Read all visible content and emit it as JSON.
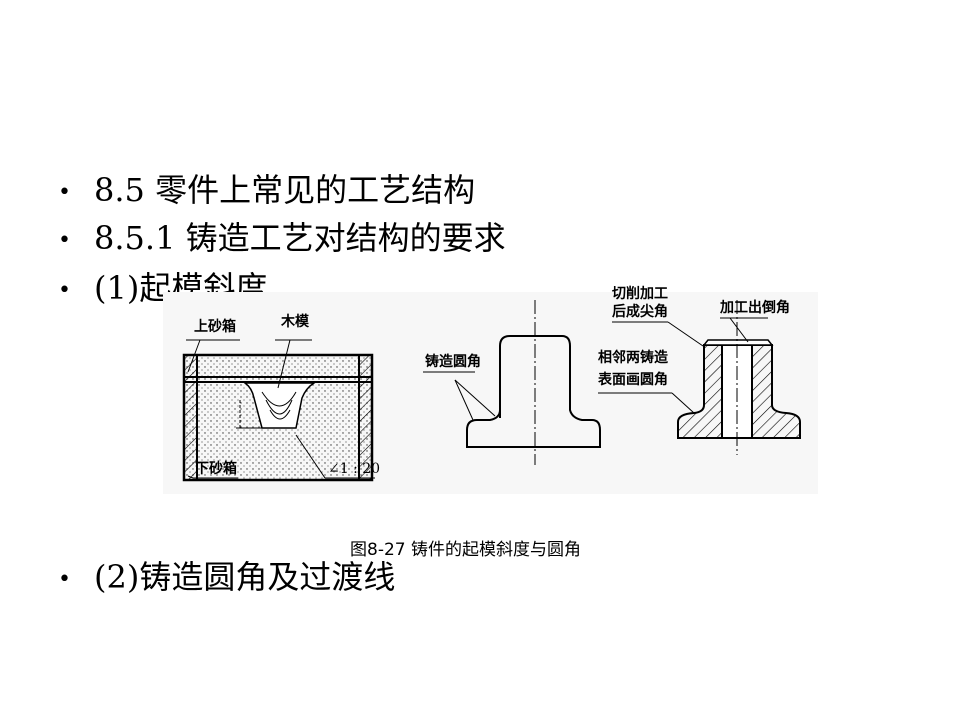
{
  "bullets": [
    {
      "marker": "•",
      "text": "8.5  零件上常见的工艺结构"
    },
    {
      "marker": "•",
      "text": "8.5.1  铸造工艺对结构的要求"
    },
    {
      "marker": "•",
      "text": "(1)起模斜度"
    },
    {
      "marker": "•",
      "text": "(2)铸造圆角及过渡线"
    }
  ],
  "figure": {
    "labels": {
      "upper_flask": "上砂箱",
      "wood_pattern": "木模",
      "lower_flask": "下砂箱",
      "draft_ratio": "∠1 : 20",
      "cast_fillet": "铸造圆角",
      "cut_line1": "切削加工",
      "cut_line2": "后成尖角",
      "chamfer": "加工出倒角",
      "adjacent_line1": "相邻两铸造",
      "adjacent_line2": "表面画圆角"
    },
    "caption": "图8-27  铸件的起模斜度与圆角"
  }
}
